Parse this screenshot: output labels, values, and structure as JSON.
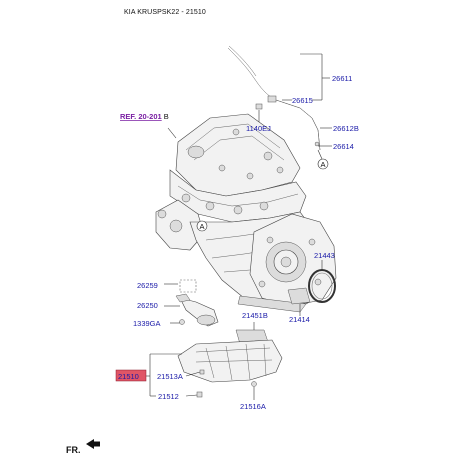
{
  "header": {
    "title": "KIA KRUSPSK22 - 21510"
  },
  "reference": {
    "label": "REF. 20-201",
    "suffix": "B"
  },
  "parts": {
    "p26611": "26611",
    "p26615": "26615",
    "p1140EJ": "1140EJ",
    "p26612B": "26612B",
    "p26614": "26614",
    "p21443": "21443",
    "p26259": "26259",
    "p26250": "26250",
    "p1339GA": "1339GA",
    "p21451B": "21451B",
    "p21414": "21414",
    "p21510": "21510",
    "p21513A": "21513A",
    "p21512": "21512",
    "p21516A": "21516A"
  },
  "markers": {
    "circle_a1": "A",
    "circle_a2": "A"
  },
  "orientation": {
    "label": "FR."
  },
  "colors": {
    "part_label": "#1a1aa8",
    "reference": "#7a1fa3",
    "highlight": "#e05566"
  }
}
